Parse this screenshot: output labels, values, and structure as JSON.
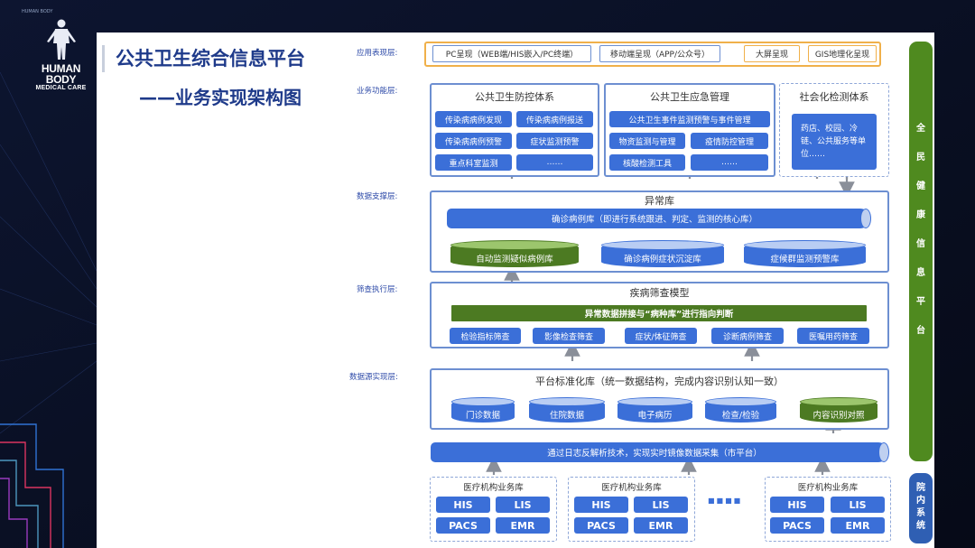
{
  "brand": {
    "small_text": "HUMAN BODY",
    "line1": "HUMAN BODY",
    "line2": "MEDICAL CARE"
  },
  "title": {
    "main": "公共卫生综合信息平台",
    "sub": "——业务实现架构图"
  },
  "layers": {
    "app": "应用表现层:",
    "business": "业务功能层:",
    "data_support": "数据支撑层:",
    "screening": "筛查执行层:",
    "source": "数据源实现层:"
  },
  "app_layer": {
    "pc": "PC呈现（WEB端/HIS嵌入/PC终端）",
    "mobile": "移动端呈现（APP/公众号）",
    "bigscreen": "大屏呈现",
    "gis": "GIS地理化呈现"
  },
  "business": {
    "prevention": {
      "title": "公共卫生防控体系",
      "items": [
        "传染病病例发现",
        "传染病病例报送",
        "传染病病例预警",
        "症状监测预警",
        "重点科室监测",
        "……"
      ]
    },
    "emergency": {
      "title": "公共卫生应急管理",
      "wide_item": "公共卫生事件监测预警与事件管理",
      "items": [
        "物资监测与管理",
        "疫情防控管理",
        "核酸检测工具",
        "……"
      ]
    },
    "social": {
      "title": "社会化检测体系",
      "item": "药店、校园、冷链、公共服务等单位……"
    }
  },
  "data_support": {
    "title": "异常库",
    "confirmed_db": "确诊病例库（即进行系统跟进、判定、监测的核心库）",
    "auto_db": "自动监测疑似病例库",
    "symptom_db": "确诊病例症状沉淀库",
    "syndrome_db": "症候群监测预警库"
  },
  "screening": {
    "title": "疾病筛查模型",
    "green_bar": "异常数据拼接与“病种库”进行指向判断",
    "items": [
      "检验指标筛查",
      "影像检查筛查",
      "症状/体征筛查",
      "诊断病例筛查",
      "医嘱用药筛查"
    ]
  },
  "source": {
    "title": "平台标准化库（统一数据结构，完成内容识别认知一致）",
    "dbs": [
      "门诊数据",
      "住院数据",
      "电子病历",
      "检查/检验",
      "内容识别对照"
    ],
    "collect_bar": "通过日志反解析技术，实现实时镜像数据采集（市平台）"
  },
  "hospitals": {
    "label": "医疗机构业务库",
    "systems": [
      "HIS",
      "LIS",
      "PACS",
      "EMR"
    ],
    "dots": "■■■■"
  },
  "side": {
    "national": [
      "全",
      "民",
      "健",
      "康",
      "信",
      "息",
      "平",
      "台"
    ],
    "hospital": [
      "院",
      "内",
      "系",
      "统"
    ]
  },
  "colors": {
    "primary_blue": "#3b6fd8",
    "green": "#4c7a22",
    "side_green": "#4f8a1f",
    "side_blue": "#2f5fb3",
    "orange": "#f0b04a",
    "title_blue": "#1e3a8a"
  }
}
